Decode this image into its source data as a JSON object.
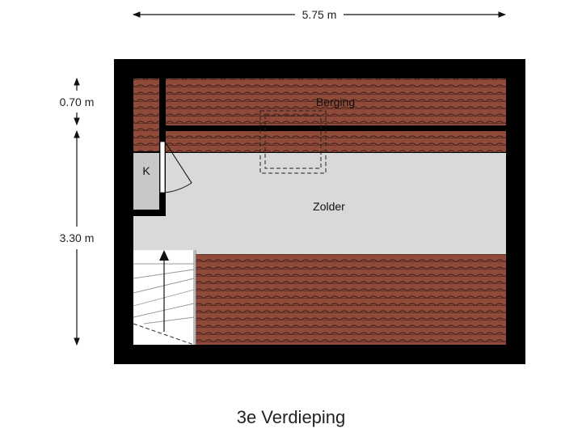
{
  "dimensions": {
    "width_top": "5.75 m",
    "height_berging": "0.70 m",
    "height_zolder": "3.30 m"
  },
  "rooms": {
    "berging": "Berging",
    "zolder": "Zolder",
    "kast": "K"
  },
  "title": "3e Verdieping",
  "colors": {
    "wall": "#000000",
    "roof_tile": "#8f4a3a",
    "floor": "#d9d9d9",
    "stairs": "#ffffff"
  }
}
